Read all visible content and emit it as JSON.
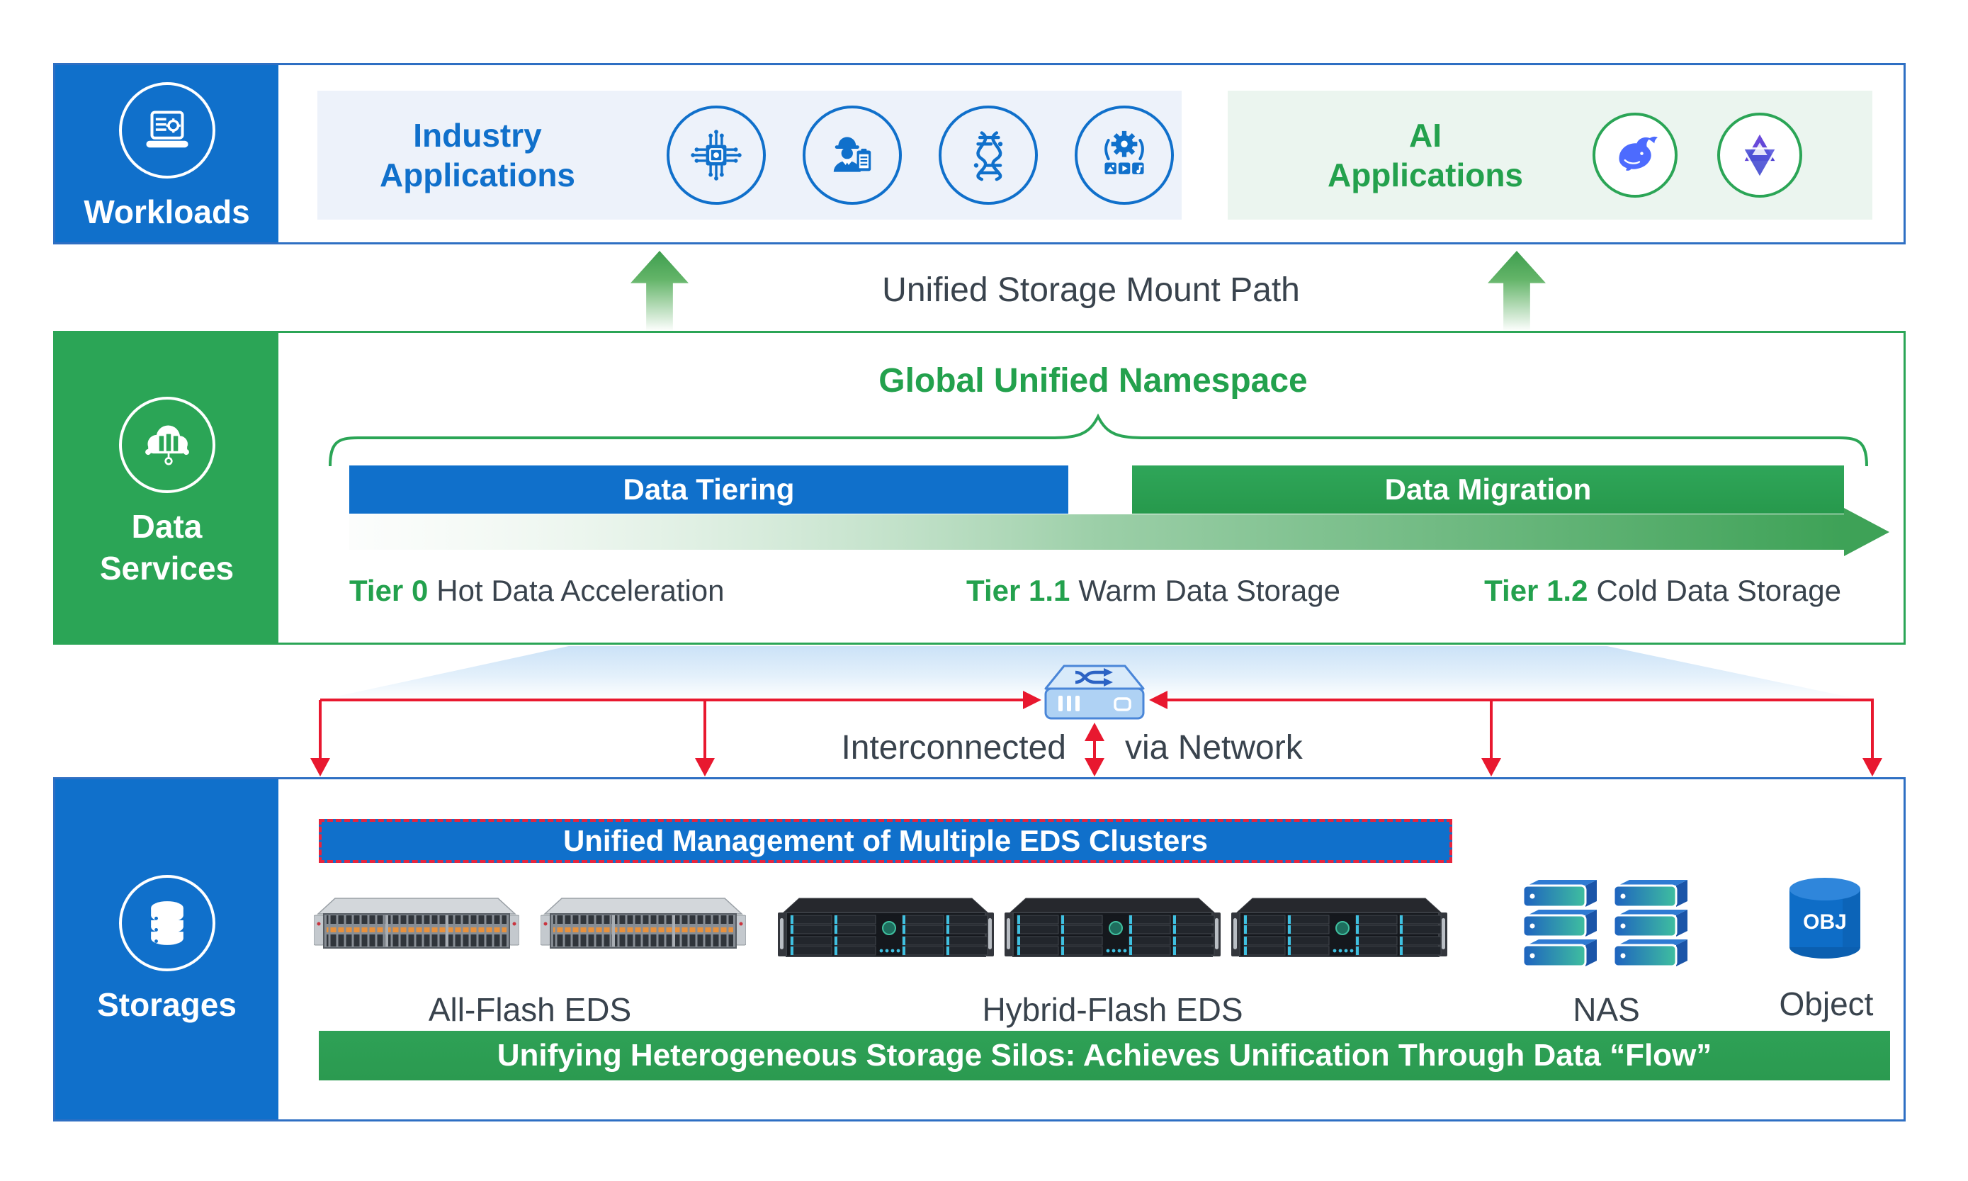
{
  "palette": {
    "blue": "#1070CB",
    "green": "#2BA556",
    "green_text": "#23A14D",
    "red": "#E8182F",
    "dark_text": "#39434D",
    "industry_panel_bg": "#EDF2FA",
    "ai_panel_bg": "#EBF5EF",
    "switch_fill": "#AFD2F4",
    "switch_stroke": "#4A86D8",
    "whale_blue": "#4D6BFE"
  },
  "workloads": {
    "label": "Workloads",
    "industry": {
      "title": "Industry\nApplications",
      "icons": [
        "cpu-chip-icon",
        "engineer-icon",
        "dna-icon",
        "media-gear-icon"
      ]
    },
    "ai": {
      "title": "AI\nApplications",
      "icons": [
        "deepseek-whale-icon",
        "ai-hexagram-icon"
      ]
    }
  },
  "mount_path": {
    "label": "Unified Storage Mount Path"
  },
  "data_services": {
    "label": "Data\nServices",
    "namespace_title": "Global Unified Namespace",
    "tiering_label": "Data Tiering",
    "migration_label": "Data Migration",
    "tiers": [
      {
        "tier": "Tier 0",
        "desc": "Hot Data Acceleration"
      },
      {
        "tier": "Tier 1.1",
        "desc": "Warm Data Storage"
      },
      {
        "tier": "Tier 1.2",
        "desc": "Cold Data Storage"
      }
    ]
  },
  "network": {
    "left_label": "Interconnected",
    "right_label": "via Network",
    "device": "network-switch-icon"
  },
  "storages": {
    "label": "Storages",
    "management_banner": "Unified Management of Multiple EDS Clusters",
    "groups": [
      {
        "label": "All-Flash EDS",
        "count": 2
      },
      {
        "label": "Hybrid-Flash EDS",
        "count": 3
      },
      {
        "label": "NAS",
        "count": 2
      },
      {
        "label": "Object",
        "badge": "OBJ",
        "count": 1
      }
    ],
    "bottom_banner": "Unifying Heterogeneous Storage Silos: Achieves Unification Through Data “Flow”"
  }
}
